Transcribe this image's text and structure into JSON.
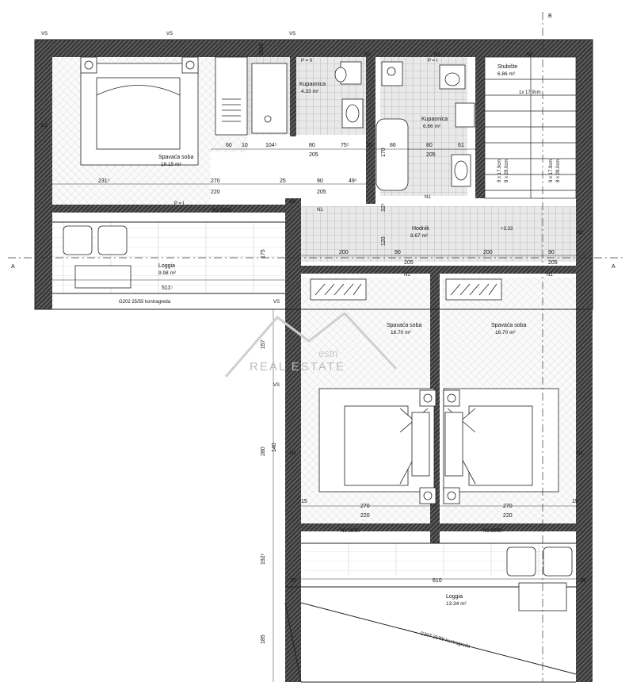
{
  "rooms": {
    "master_bedroom": {
      "name": "Spavaća soba",
      "area": "18.15 m²"
    },
    "bath1": {
      "name": "Kupaonica",
      "area": "4.33 m²"
    },
    "bath2": {
      "name": "Kupaonica",
      "area": "6.66 m²"
    },
    "stairs": {
      "name": "Stubište",
      "area": "6.86 m²",
      "note": "1x 17.9cm"
    },
    "hall": {
      "name": "Hodnik",
      "area": "8.67 m²",
      "level": "+3.33"
    },
    "loggia1": {
      "name": "Loggia",
      "area": "9.98 m²"
    },
    "bedroom2": {
      "name": "Spavaća soba",
      "area": "16.70 m²"
    },
    "bedroom3": {
      "name": "Spavaća soba",
      "area": "16.70 m²"
    },
    "loggia2": {
      "name": "Loggia",
      "area": "13.34 m²"
    }
  },
  "sections": {
    "a": "A",
    "b": "B"
  },
  "watermark": {
    "brand": "estri",
    "sub": "REAL ESTATE"
  },
  "tags": {
    "vs": "VS",
    "n1": "N1",
    "n2": "N2",
    "n3": "N3 25/50",
    "pii": "P = II",
    "pi": "P = I",
    "g202": "G202 25/55 kontragreda",
    "g207": "G207 25/55 kontragreda"
  },
  "stair_labels": {
    "l1": "9 x 17.9cm",
    "l2": "8 x 28.0cm"
  },
  "dims": {
    "d60": "60",
    "d10": "10",
    "d104": "104⁵",
    "d80": "80",
    "d75": "75⁵",
    "d20": "20",
    "d86": "86",
    "d61": "61",
    "d205": "205",
    "d231": "231⁵",
    "d270": "270",
    "d220": "220",
    "d25": "25",
    "d90": "90",
    "d49": "49⁵",
    "d200": "200",
    "d175": "175",
    "d511": "511⁵",
    "d157": "157",
    "d280": "280",
    "d140": "140",
    "d15": "15",
    "d192": "192⁵",
    "d610": "610",
    "d185": "185",
    "d120": "120",
    "d170": "170",
    "d32": "32⁵",
    "d2510": "2510"
  }
}
